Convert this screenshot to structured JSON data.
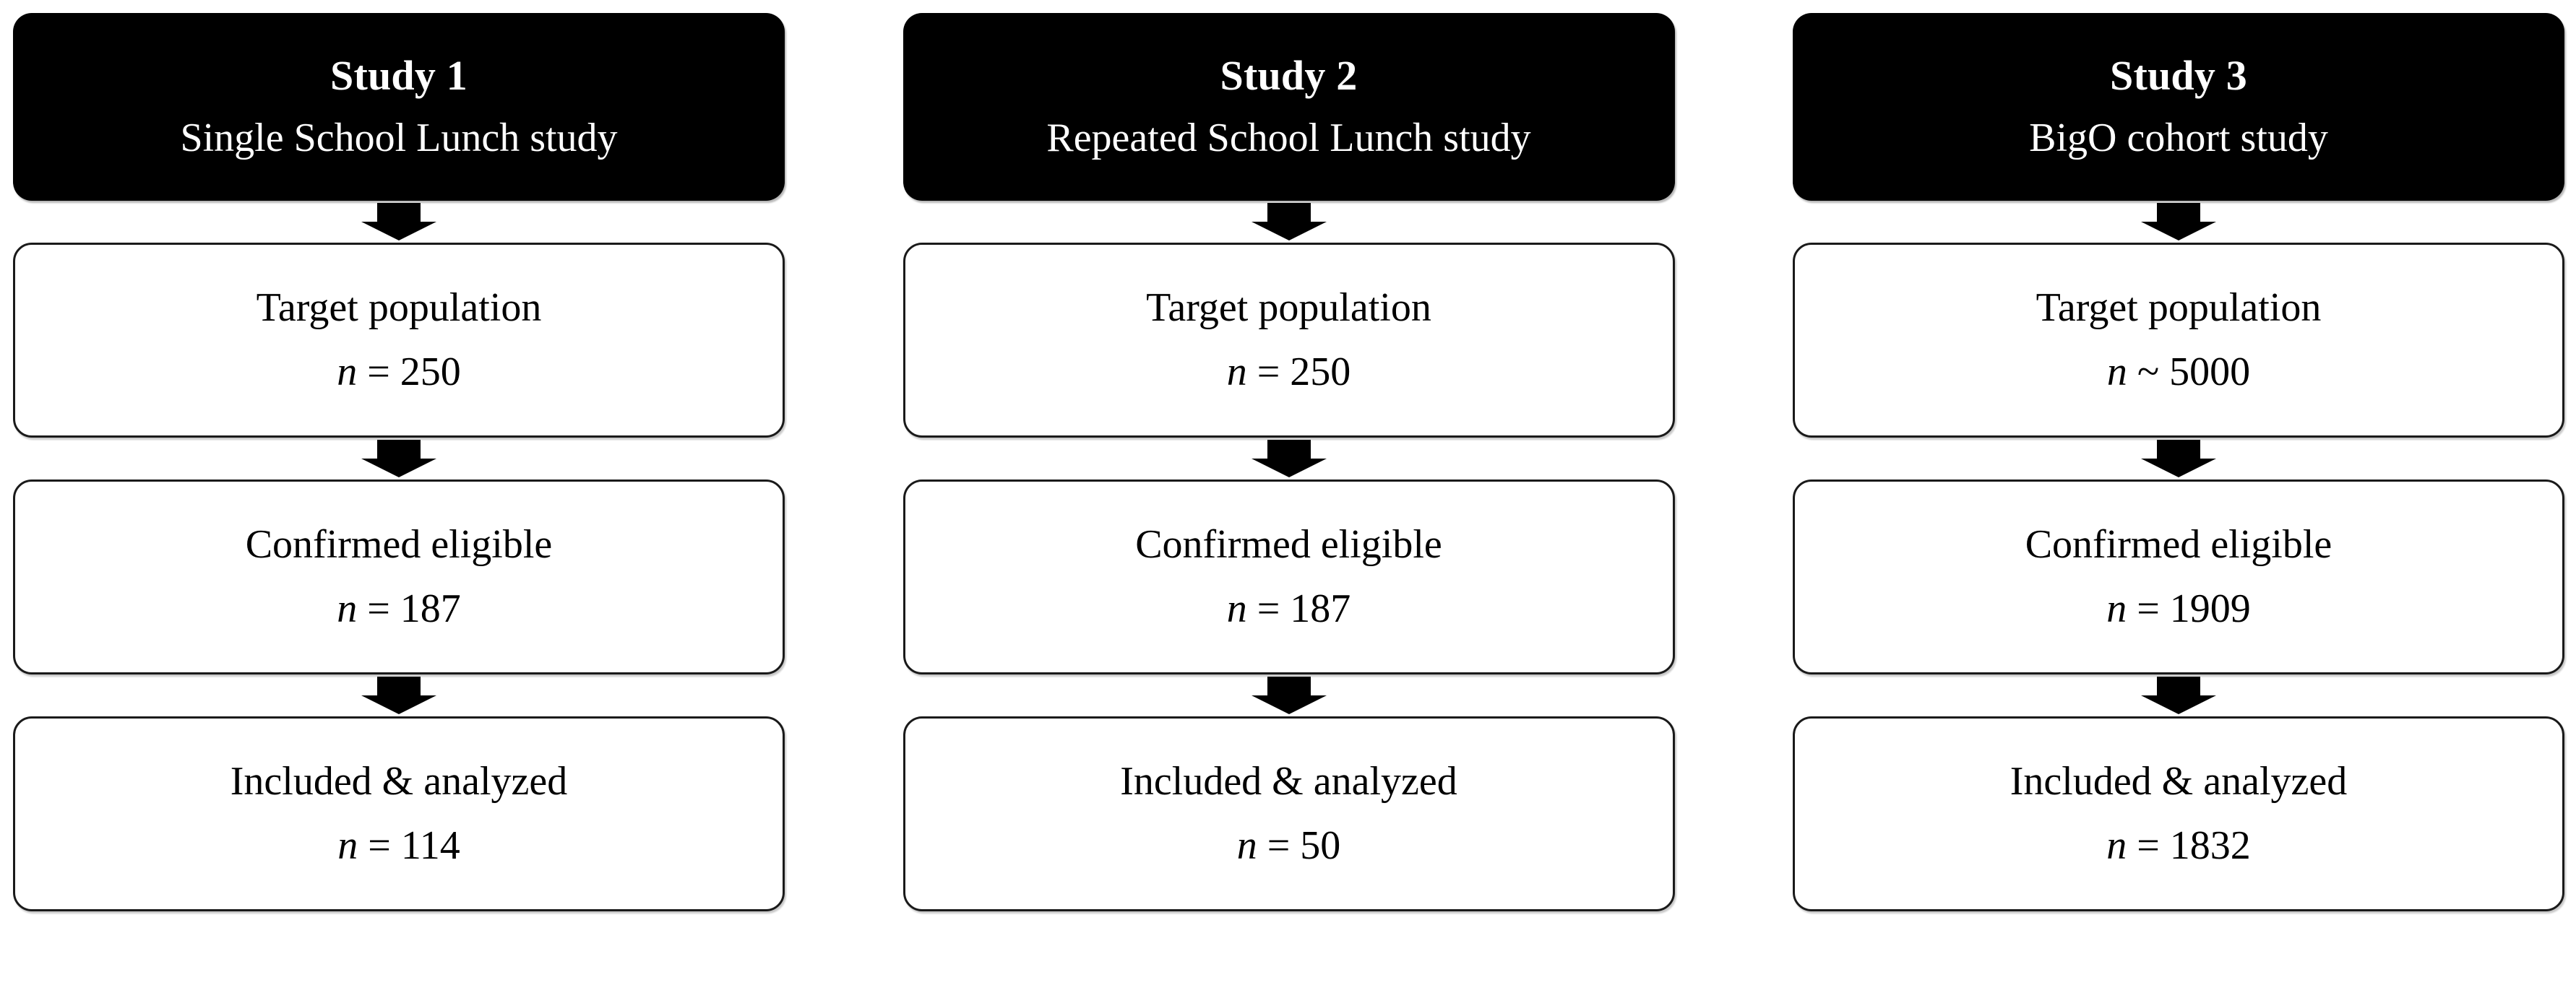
{
  "figure": {
    "background_color": "#ffffff",
    "header_fill_color": "#000000",
    "header_text_color": "#ffffff",
    "node_border_color": "#1a1a1a",
    "node_text_color": "#000000",
    "arrow_color": "#000000"
  },
  "connector": {
    "icon": "down-block-arrow-icon"
  },
  "columns": [
    {
      "header": {
        "title": "Study 1",
        "subtitle": "Single School Lunch study"
      },
      "steps": [
        {
          "label": "Target population",
          "n_symbol": "n",
          "operator": "=",
          "value": "250",
          "count": "n = 250"
        },
        {
          "label": "Confirmed eligible",
          "n_symbol": "n",
          "operator": "=",
          "value": "187",
          "count": "n = 187"
        },
        {
          "label": "Included & analyzed",
          "n_symbol": "n",
          "operator": "=",
          "value": "114",
          "count": "n = 114"
        }
      ]
    },
    {
      "header": {
        "title": "Study 2",
        "subtitle": "Repeated School Lunch study"
      },
      "steps": [
        {
          "label": "Target population",
          "n_symbol": "n",
          "operator": "=",
          "value": "250",
          "count": "n = 250"
        },
        {
          "label": "Confirmed eligible",
          "n_symbol": "n",
          "operator": "=",
          "value": "187",
          "count": "n = 187"
        },
        {
          "label": "Included & analyzed",
          "n_symbol": "n",
          "operator": "=",
          "value": "50",
          "count": "n = 50"
        }
      ]
    },
    {
      "header": {
        "title": "Study 3",
        "subtitle": "BigO cohort study"
      },
      "steps": [
        {
          "label": "Target population",
          "n_symbol": "n",
          "operator": "~",
          "value": "5000",
          "count": "n ~ 5000"
        },
        {
          "label": "Confirmed eligible",
          "n_symbol": "n",
          "operator": "=",
          "value": "1909",
          "count": "n = 1909"
        },
        {
          "label": "Included & analyzed",
          "n_symbol": "n",
          "operator": "=",
          "value": "1832",
          "count": "n = 1832"
        }
      ]
    }
  ]
}
